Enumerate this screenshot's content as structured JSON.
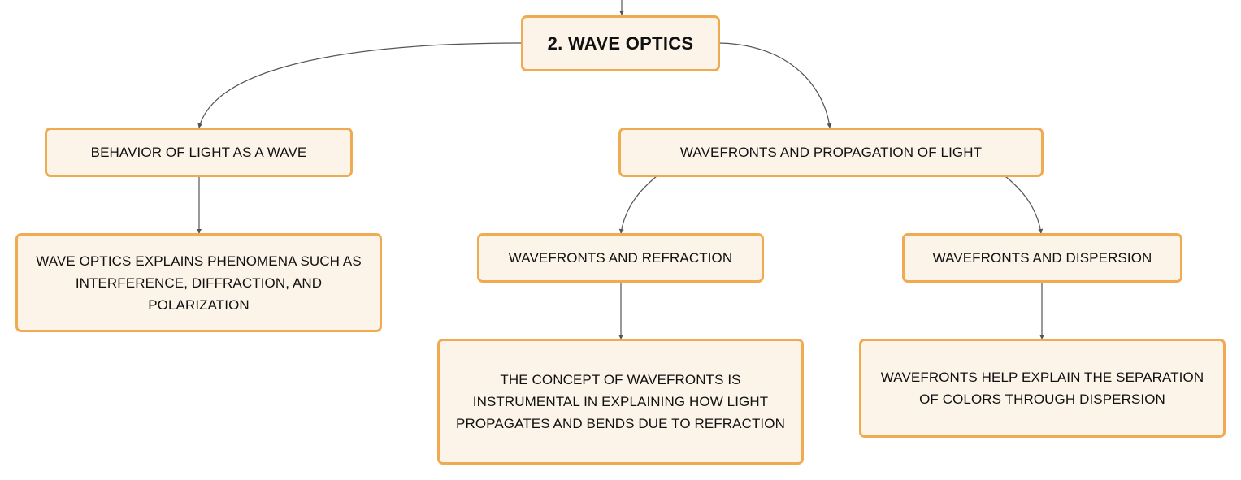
{
  "diagram": {
    "nodes": {
      "root": {
        "label": "2. WAVE OPTICS"
      },
      "behavior": {
        "label": "BEHAVIOR OF LIGHT AS A WAVE"
      },
      "behavior_detail": {
        "label": "WAVE OPTICS EXPLAINS PHENOMENA SUCH AS INTERFERENCE, DIFFRACTION, AND POLARIZATION"
      },
      "wavefronts": {
        "label": "WAVEFRONTS AND PROPAGATION OF LIGHT"
      },
      "refraction": {
        "label": "WAVEFRONTS AND REFRACTION"
      },
      "refraction_detail": {
        "label": "THE CONCEPT OF WAVEFRONTS IS INSTRUMENTAL IN EXPLAINING HOW LIGHT PROPAGATES AND BENDS DUE TO REFRACTION"
      },
      "dispersion": {
        "label": "WAVEFRONTS AND DISPERSION"
      },
      "dispersion_detail": {
        "label": "WAVEFRONTS HELP EXPLAIN THE SEPARATION OF COLORS THROUGH DISPERSION"
      }
    },
    "colors": {
      "node_fill": "#fdf4e9",
      "node_border": "#f0aa52",
      "connector": "#555555",
      "text": "#111111"
    }
  }
}
